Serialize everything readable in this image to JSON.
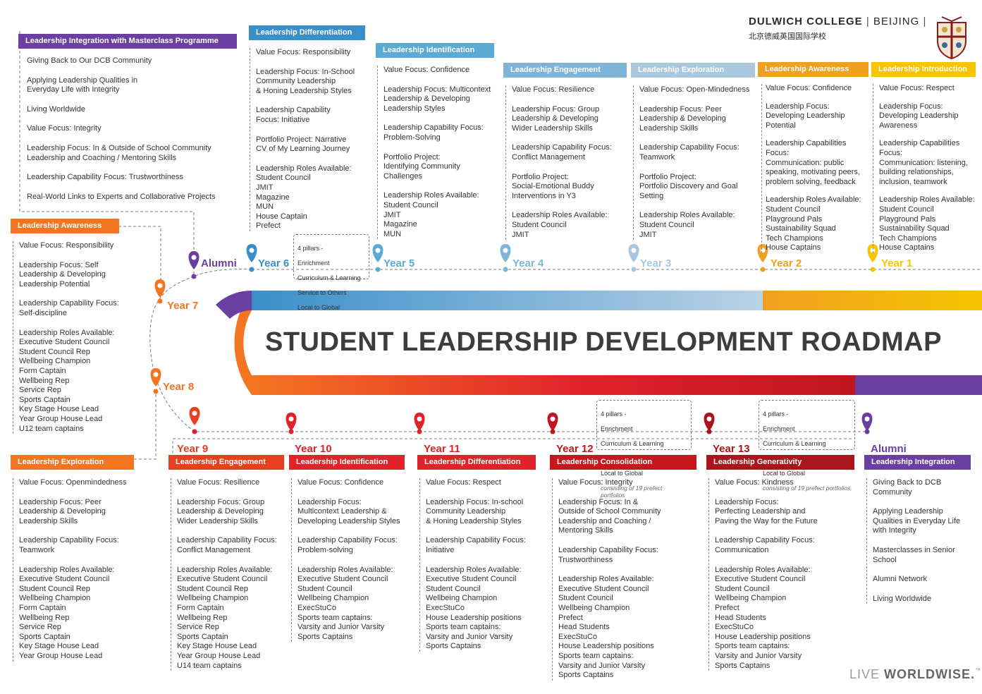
{
  "title": "STUDENT LEADERSHIP DEVELOPMENT ROADMAP",
  "logo": {
    "name": "DULWICH COLLEGE",
    "city": "BEIJING",
    "chinese": "北京德威英国国际学校"
  },
  "footer": {
    "live": "LIVE",
    "worldwise": "WORLDWISE.",
    "tm": "™"
  },
  "colors": {
    "purple": "#6a3fa0",
    "blue1": "#3b8fc9",
    "blue2": "#9fc3de",
    "orange1": "#f0a020",
    "orange2": "#f47521",
    "red": "#e0222a",
    "darkred": "#a8151b",
    "gold": "#f6c500",
    "text": "#333333"
  },
  "pillars": {
    "title": "4 pillars -",
    "items": [
      "Enrichment",
      "Curriculum & Learning",
      "Service to Others",
      "Local to Global"
    ],
    "note": "consisting of 19 prefect portfolios"
  },
  "years": {
    "alumni_top": "Alumni",
    "y6": "Year 6",
    "y5": "Year 5",
    "y4": "Year 4",
    "y3": "Year 3",
    "y2": "Year 2",
    "y1": "Year 1",
    "y7": "Year 7",
    "y8": "Year 8",
    "y9": "Year 9",
    "y10": "Year 10",
    "y11": "Year 11",
    "y12": "Year 12",
    "y13": "Year 13",
    "alumni_bottom": "Alumni"
  },
  "top": {
    "masterclass": {
      "header": "Leadership Integration with Masterclass Programme",
      "items": [
        "Giving Back to Our DCB Community",
        "Applying Leadership Qualities in\nEveryday Life with Integrity",
        "Living Worldwide",
        "Value Focus: Integrity",
        "Leadership Focus: In & Outside of School Community\nLeadership and Coaching / Mentoring Skills",
        "Leadership Capability Focus: Trustworthiness",
        "Real-World Links to Experts and Collaborative Projects"
      ]
    },
    "y6": {
      "header": "Leadership Differentiation",
      "items": [
        "Value Focus: Responsibility",
        "Leadership Focus: In-School\nCommunity Leadership\n& Honing Leadership Styles",
        "Leadership Capability\nFocus: Initiative",
        "Portfolio Project: Narrative\nCV of My Learning Journey",
        "Leadership Roles Available:\nStudent Council\nJMIT\nMagazine\nMUN\nHouse Captain\nPrefect"
      ]
    },
    "y5": {
      "header": "Leadership Identification",
      "items": [
        "Value Focus: Confidence",
        "Leadership Focus: Multicontext\nLeadership & Developing\nLeadership Styles",
        "Leadership Capability Focus:\nProblem-Solving",
        "Portfolio Project:\nIdentifying Community\nChallenges",
        "Leadership Roles Available:\nStudent Council\nJMIT\nMagazine\nMUN"
      ]
    },
    "y4": {
      "header": "Leadership Engagement",
      "items": [
        "Value Focus: Resilience",
        "Leadership Focus: Group\nLeadership & Developing\nWider Leadership Skills",
        "Leadership Capability Focus:\nConflict Management",
        "Portfolio Project:\nSocial-Emotional Buddy\nInterventions in Y3",
        "Leadership Roles Available:\nStudent Council\nJMIT"
      ]
    },
    "y3": {
      "header": "Leadership Exploration",
      "items": [
        "Value Focus: Open-Mindedness",
        "Leadership Focus: Peer\nLeadership & Developing\nLeadership Skills",
        "Leadership Capability Focus:\nTeamwork",
        "Portfolio Project:\nPortfolio Discovery and Goal\nSetting",
        "Leadership Roles Available:\nStudent Council\nJMIT"
      ]
    },
    "y2": {
      "header": "Leadership Awareness",
      "items": [
        "Value Focus: Confidence",
        "Leadership Focus:\nDeveloping Leadership\nPotential",
        "Leadership Capabilities\nFocus:\nCommunication: public\nspeaking, motivating peers,\nproblem solving, feedback",
        "Leadership Roles Available:\nStudent Council\nPlayground Pals\nSustainability Squad\nTech Champions\nHouse Captains"
      ]
    },
    "y1": {
      "header": "Leadership Introduction",
      "items": [
        "Value Focus: Respect",
        "Leadership Focus:\nDeveloping Leadership\nAwareness",
        "Leadership Capabilities\nFocus:\nCommunication: listening,\nbuilding relationships,\ninclusion, teamwork",
        "Leadership Roles Available:\nStudent Council\nPlayground Pals\nSustainability Squad\nTech Champions\nHouse Captains"
      ]
    }
  },
  "left": {
    "y7": {
      "header": "Leadership Awareness",
      "items": [
        "Value Focus: Responsibility",
        "Leadership Focus: Self\nLeadership & Developing\nLeadership Potential",
        "Leadership Capability Focus:\nSelf-discipline",
        "Leadership Roles Available:\nExecutive Student Council\nStudent Council Rep\nWellbeing Champion\nForm Captain\nWellbeing Rep\nService Rep\nSports Captain\nKey Stage House Lead\nYear Group House Lead\nU12 team captains"
      ]
    }
  },
  "bottom": {
    "y8": {
      "header": "Leadership Exploration",
      "items": [
        "Value Focus: Openmindedness",
        "Leadership Focus: Peer\nLeadership & Developing\nLeadership Skills",
        "Leadership Capability Focus:\nTeamwork",
        "Leadership Roles Available:\nExecutive Student Council\nStudent Council Rep\nWellbeing Champion\nForm Captain\nWellbeing Rep\nService Rep\nSports Captain\nKey Stage House Lead\nYear Group House Lead"
      ]
    },
    "y9": {
      "header": "Leadership Engagement",
      "items": [
        "Value Focus: Resilience",
        "Leadership Focus: Group\nLeadership & Developing\nWider Leadership Skills",
        "Leadership Capability Focus:\nConflict Management",
        "Leadership Roles Available:\nExecutive Student Council\nStudent Council Rep\nWellbeing Champion\nForm Captain\nWellbeing Rep\nService Rep\nSports Captain\nKey Stage House Lead\nYear Group House Lead\nU14 team captains"
      ]
    },
    "y10": {
      "header": "Leadership Identification",
      "items": [
        "Value Focus: Confidence",
        "Leadership Focus:\nMulticontext Leadership &\nDeveloping Leadership Styles",
        "Leadership Capability Focus:\nProblem-solving",
        "Leadership Roles Available:\nExecutive Student Council\nStudent Council\nWellbeing Champion\nExecStuCo\nSports team captains:\nVarsity and Junior Varsity\nSports Captains"
      ]
    },
    "y11": {
      "header": "Leadership Differentiation",
      "items": [
        "Value Focus: Respect",
        "Leadership Focus: In-school\nCommunity Leadership\n& Honing Leadership Styles",
        "Leadership Capability Focus:\nInitiative",
        "Leadership Roles Available:\nExecutive Student Council\nStudent Council\nWellbeing Champion\nExecStuCo\nHouse Leadership positions\nSports team captains:\nVarsity and Junior Varsity\nSports Captains"
      ]
    },
    "y12": {
      "header": "Leadership Consolidation",
      "items": [
        "Value Focus: Integrity",
        "Leadership Focus: In &\nOutside of School Community\nLeadership and Coaching /\nMentoring Skills",
        "Leadership Capability Focus:\nTrustworthiness",
        "Leadership Roles Available:\nExecutive Student Council\nStudent Council\nWellbeing Champion\nPrefect\nHead Students\nExecStuCo\nHouse Leadership positions\nSports team captains:\nVarsity and Junior Varsity\nSports Captains"
      ]
    },
    "y13": {
      "header": "Leadership Generativity",
      "items": [
        "Value Focus: Kindness",
        "Leadership Focus:\nPerfecting Leadership and\nPaving the Way for the Future",
        "Leadership Capability Focus:\nCommunication",
        "Leadership Roles Available:\nExecutive Student Council\nStudent Council\nWellbeing Champion\nPrefect\nHead Students\nExecStuCo\nHouse Leadership positions\nSports team captains:\nVarsity and Junior Varsity\nSports Captains"
      ]
    },
    "alumni": {
      "header": "Leadership Integration",
      "items": [
        "Giving Back to DCB\nCommunity",
        "Applying Leadership\nQualities in Everyday Life\nwith Integrity",
        "Masterclasses in Senior\nSchool",
        "Alumni Network",
        "Living Worldwide"
      ]
    }
  }
}
